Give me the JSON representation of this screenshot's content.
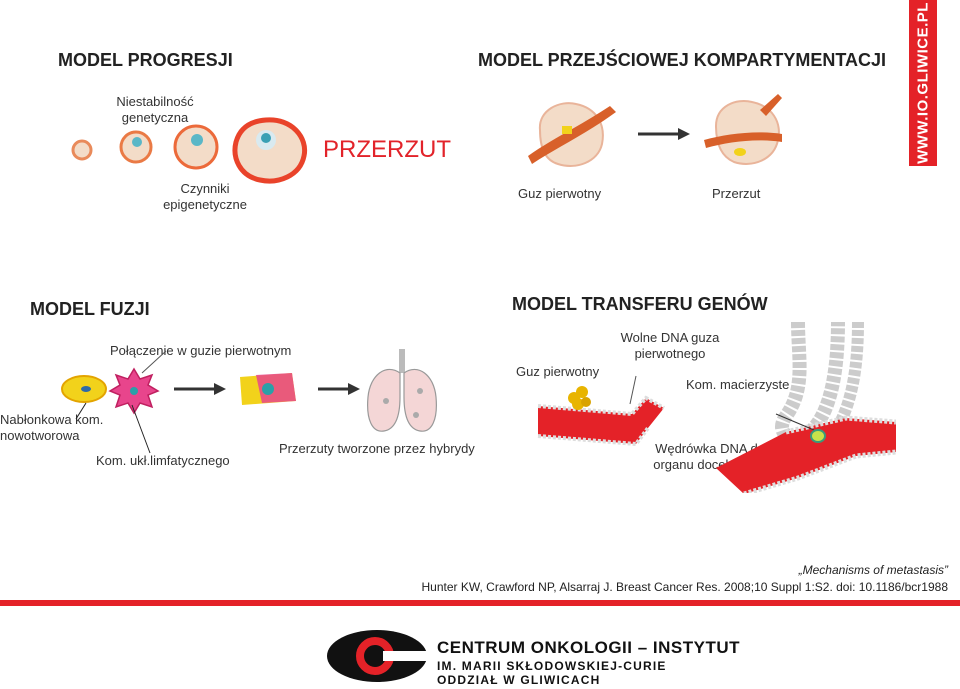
{
  "models": {
    "progression": {
      "title": "MODEL PROGRESJI",
      "label_instability": "Niestabilność genetyczna",
      "label_epigenetic": "Czynniki epigenetyczne",
      "metastasis": "PRZERZUT"
    },
    "transitional": {
      "title": "MODEL PRZEJŚCIOWEJ KOMPARTYMENTACJI",
      "label_primary": "Guz pierwotny",
      "label_metastasis": "Przerzut"
    },
    "fusion": {
      "title": "MODEL FUZJI",
      "label_fusion": "Połączenie w guzie pierwotnym",
      "label_epithelial": "Nabłonkowa kom. nowotworowa",
      "label_lymphatic": "Kom. ukł.limfatycznego",
      "label_hybrids": "Przerzuty tworzone przez hybrydy"
    },
    "gene_transfer": {
      "title": "MODEL TRANSFERU GENÓW",
      "label_primary": "Guz pierwotny",
      "label_free_dna": "Wolne DNA guza pierwotnego",
      "label_stem": "Kom. macierzyste",
      "label_migration": "Wędrówka DNA do organu docelowego"
    }
  },
  "watermark": "WWW.IO.GLIWICE.PL",
  "citation": {
    "title": "„Mechanisms of metastasis”",
    "ref": "Hunter KW, Crawford NP, Alsarraj J. Breast Cancer Res. 2008;10 Suppl 1:S2. doi: 10.1186/bcr1988"
  },
  "logo": {
    "line1": "CENTRUM ONKOLOGII – INSTYTUT",
    "line2": "IM. MARII SKŁODOWSKIEJ-CURIE",
    "line3": "ODDZIAŁ W GLIWICACH"
  },
  "colors": {
    "accent_red": "#e42228",
    "cell": "#f3dcc8",
    "vessel": "#e42228",
    "yellow_cell": "#f2d21b",
    "pink_cell": "#e8458c"
  }
}
